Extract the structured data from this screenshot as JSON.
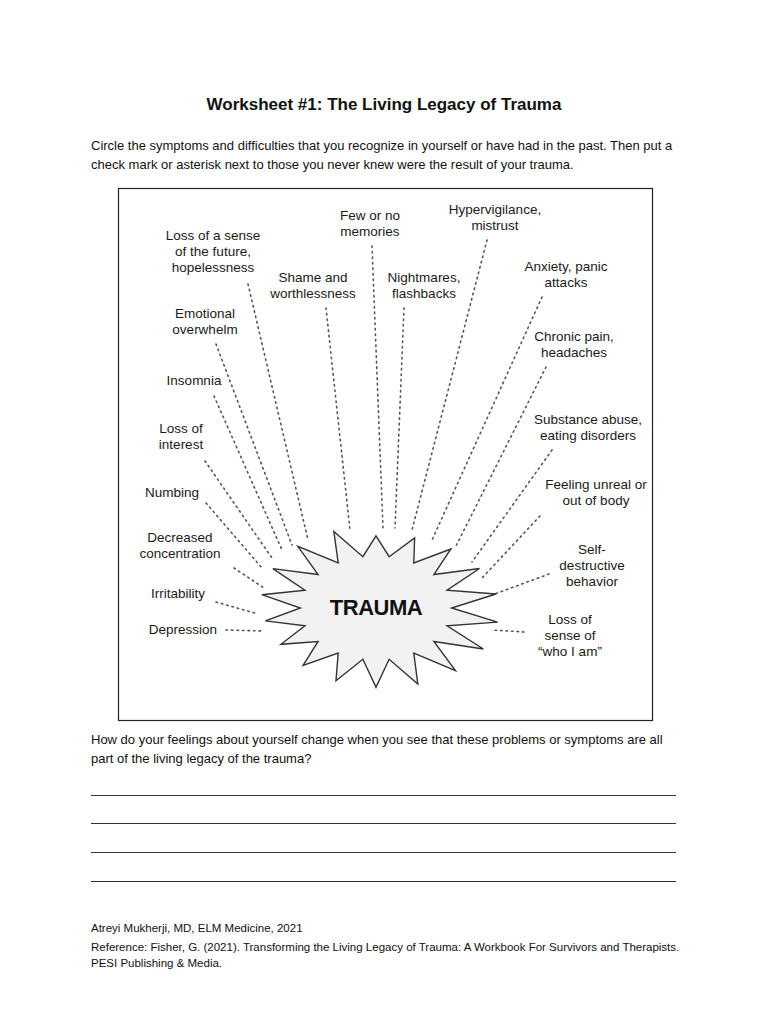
{
  "diagram": {
    "title": "Worksheet #1: The Living Legacy of Trauma",
    "nodes": [
      {
        "text": [
          "TRAUMA"
        ]
      }
    ],
    "labels": [
      "Circle the symptoms and difficulties that you recognize in yourself or have had in the past. Then put a check mark or asterisk next to those you never knew were the result of your trauma.",
      "Loss of a sense of the future, hopelessness",
      "Few or no memories",
      "Hypervigilance, mistrust",
      "Shame and worthlessness",
      "Nightmares, flashbacks",
      "Anxiety, panic attacks",
      "Emotional overwhelm",
      "Chronic pain, headaches",
      "Insomnia",
      "Loss of interest",
      "Substance abuse, eating disorders",
      "Numbing",
      "Feeling unreal or out of body",
      "Decreased concentration",
      "Self-destructive behavior",
      "Irritability",
      "Loss of sense of “who I am”",
      "Depression",
      "How do your feelings about yourself change when you see that these problems or symptoms are all part of the living legacy of the trauma?",
      "Atreyi Mukherji, MD, ELM Medicine, 2021",
      "Reference: Fisher, G. (2021). Transforming the Living Legacy of Trauma: A Workbook For Survivors and Therapists. PESI Publishing & Media."
    ]
  }
}
